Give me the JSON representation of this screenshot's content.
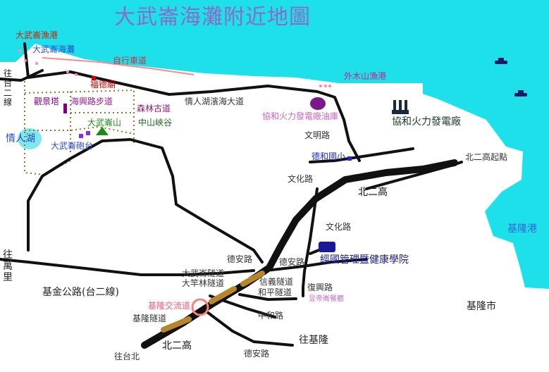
{
  "title": "大武崙海灘附近地圖",
  "colors": {
    "sea": "#1ee0ea",
    "land": "#ffffff",
    "road": "#111111",
    "highway": "#111111",
    "tunnel": "#b8862a",
    "trail": "#8a7a2a",
    "bike": "#ff8888",
    "lake": "#7de8f0",
    "interchange": "#ff7f7f"
  },
  "labels": {
    "port_dawulun": "大武崙漁港",
    "beach_dawulun": "大武崙海灘",
    "bike_path": "自行車道",
    "to_tai2_top": "往台二線",
    "fude_temple": "福德廟",
    "guanjing_tower": "觀景塔",
    "haixing_trail": "海興路步道",
    "forest_trail": "森林古道",
    "dawulun_mountain": "大武崙山",
    "zhongshan_valley": "中山峽谷",
    "qingren_lake": "情人湖",
    "dawulun_fort": "大武崙砲台",
    "qingren_coast_rd": "情人湖濱海大道",
    "waimushan_port": "外木山漁港",
    "hsieh_ho_plant_oil": "協和火力發電廠油庫",
    "hsieh_ho_plant": "協和火力發電廠",
    "wenming_rd": "文明路",
    "deho_school": "德和國小",
    "north2_start": "北二高起點",
    "wenhua_rd_1": "文化路",
    "north2_a": "北二高",
    "wenhua_rd_2": "文化路",
    "keelung_port": "基隆港",
    "to_wanli": "往萬里",
    "dean_rd_1": "德安路",
    "dean_rd_2": "德安路",
    "ching_kuo_college": "經國管理暨健康學院",
    "dawulun_tunnel": "大武崙隧道",
    "dazhulin_tunnel": "大竿林隧道",
    "xinyi_tunnel": "信義隧道",
    "heping_tunnel": "和平隧道",
    "fuxing_rd": "復興路",
    "jijin_rd": "基金公路(台二線)",
    "keelung_interchange": "基隆交流道",
    "keelung_tunnel": "基隆隧道",
    "yudi_restaurant": "昱帝崙餐廳",
    "zhonghe_rd": "中和路",
    "keelung_city": "基隆市",
    "north2_b": "北二高",
    "to_keelung": "往基隆",
    "to_taipei": "往台北",
    "dean_rd_3": "德安路"
  }
}
